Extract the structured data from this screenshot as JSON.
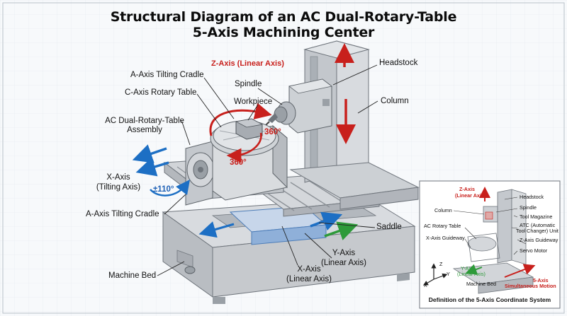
{
  "title": {
    "line1": "Structural Diagram of an AC Dual-Rotary-Table",
    "line2": "5-Axis Machining Center"
  },
  "labels": {
    "z_axis": "Z-Axis (Linear Axis)",
    "headstock": "Headstock",
    "spindle": "Spindle",
    "workpiece": "Workpiece",
    "column": "Column",
    "a_cradle_top": "A-Axis Tilting Cradle",
    "c_table": "C-Axis Rotary Table",
    "ac_assembly_1": "AC Dual-Rotary-Table",
    "ac_assembly_2": "Assembly",
    "rot_360_a": "360°",
    "rot_360_b": "360°",
    "x_tilt_1": "X-Axis",
    "x_tilt_2": "(Tilting Axis)",
    "tilt_110": "±110°",
    "a_cradle_bottom": "A-Axis Tilting Cradle",
    "saddle": "Saddle",
    "y_axis_1": "Y-Axis",
    "y_axis_2": "(Linear Axis)",
    "x_axis_1": "X-Axis",
    "x_axis_2": "(Linear Axis)",
    "machine_bed": "Machine Bed"
  },
  "inset": {
    "caption": "Definition of the 5-Axis Coordinate System",
    "z_axis_1": "Z-Axis",
    "z_axis_2": "(Linear Axis)",
    "headstock": "Headstock",
    "spindle": "Spindle",
    "tool_magazine": "Tool Magazine",
    "column": "Column",
    "atc_1": "ATC (Automatic",
    "atc_2": "Tool Changer) Unit",
    "ac_rotary_table": "AC Rotary Table",
    "z_guideway": "Z-Axis Guideway",
    "x_guideway": "X-Axis Guideway",
    "servo_motor": "Servo Motor",
    "y_axis_1": "Y-Axis",
    "y_axis_2": "(Linear Axis)",
    "five_axis_1": "5-Axis",
    "five_axis_2": "Simultaneous Motion",
    "machine_bed": "Machine Bed",
    "coord_x": "X",
    "coord_y": "Y",
    "coord_z": "Z"
  },
  "colors": {
    "red_arrow": "#c8201c",
    "blue_arrow": "#1d6fc4",
    "green_arrow": "#2e9a3a",
    "steel": "#c9ccd0",
    "steel_dark": "#8e939a"
  }
}
